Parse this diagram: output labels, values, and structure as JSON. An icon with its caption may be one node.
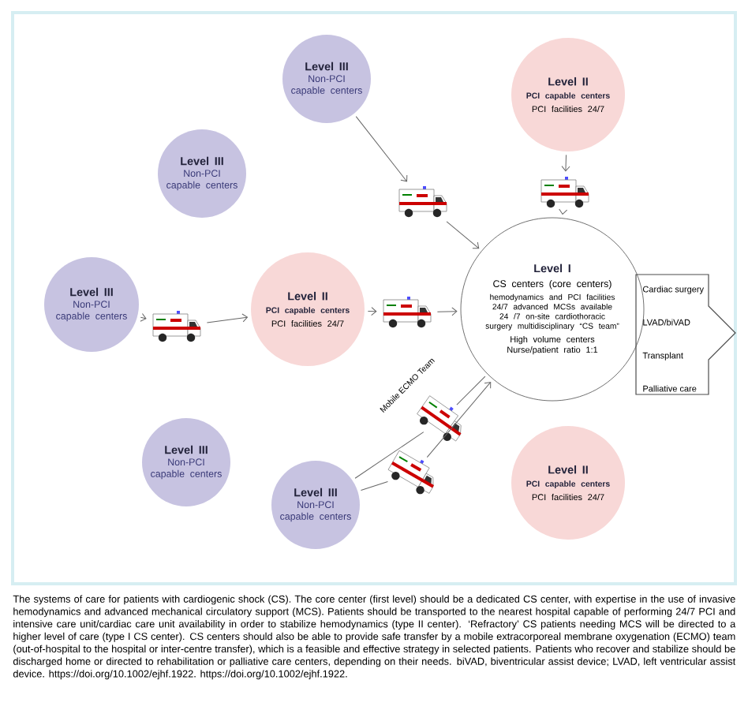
{
  "diagram": {
    "caption": "The systems of care for patients with cardiogenic shock (CS). The core center (first level) should be a dedicated CS center, with expertise in the use of invasive hemodynamics and advanced mechanical circulatory support (MCS). Patients should be transported to the nearest hospital capable of performing 24/7 PCI and intensive care unit/cardiac care unit availability in order to stabilize hemodynamics (type II center). ‘Refractory’ CS patients needing MCS will be directed to a higher level of care (type I CS center). CS centers should also be able to provide safe transfer by a mobile extracorporeal membrane oxygenation (ECMO) team (out-of-hospital to the hospital or inter-centre transfer), which is a feasible and effective strategy in selected patients. Patients who recover and stabilize should be discharged home or directed to rehabilitation or palliative care centers, depending on their needs. biVAD, biventricular assist device; LVAD, left ventricular assist device.  https://doi.org/10.1002/ejhf.1922. https://doi.org/10.1002/ejhf.1922.",
    "nodes": [
      {
        "text": [
          "Level III",
          "Non-PCI capable centers"
        ]
      },
      {
        "text": [
          "Level II",
          "PCI capable centers",
          "PCI facilities 24/7"
        ]
      },
      {
        "text": [
          "Level III",
          "Non-PCI capable centers"
        ]
      },
      {
        "text": [],
        "shape": "picture"
      },
      {
        "text": [],
        "shape": "picture"
      },
      {
        "text": [
          "Level III",
          "Non-PCI capable centers"
        ]
      },
      {
        "text": [],
        "shape": "picture"
      },
      {
        "text": [
          "Level II",
          "PCI capable centers",
          "PCI facilities 24/7"
        ]
      },
      {
        "text": [],
        "shape": "picture"
      },
      {
        "text": [
          "Level I",
          "CS centers (core centers)",
          "hemodynamics and PCI facilities 24/7 advanced MCSs available 24 /7 on-site cardiothoracic surgery multidisciplinary “CS team”",
          "High volume centers Nurse/patient ratio 1:1"
        ]
      },
      {
        "text": [
          "Cardiac surgery",
          "LVAD/biVAD",
          "Transplant",
          "Palliative care"
        ]
      },
      {
        "text": [
          "Level III",
          "Non-PCI capable centers"
        ]
      },
      {
        "text": [],
        "shape": "picture",
        "beside": [
          "Mobile ECMO Team"
        ]
      },
      {
        "text": [
          "Level III",
          "Non-PCI capable centers"
        ]
      },
      {
        "text": [],
        "shape": "picture"
      },
      {
        "text": [
          "Level II",
          "PCI capable centers",
          "PCI facilities 24/7"
        ]
      }
    ],
    "edges": [
      {
        "from": 0,
        "to": 3,
        "arrow": "to"
      },
      {
        "from": 3,
        "to": 9,
        "arrow": "to"
      },
      {
        "from": 1,
        "to": 4,
        "arrow": "to"
      },
      {
        "from": 4,
        "to": 9,
        "arrow": "to"
      },
      {
        "from": 5,
        "to": 6,
        "arrow": "to"
      },
      {
        "from": 6,
        "to": 7,
        "arrow": "to"
      },
      {
        "from": 7,
        "to": 8,
        "arrow": "to"
      },
      {
        "from": 8,
        "to": 9,
        "arrow": "to"
      },
      {
        "from": 9,
        "to": 12,
        "arrow": "none"
      },
      {
        "from": 12,
        "to": 13,
        "arrow": "none"
      },
      {
        "from": 13,
        "to": 14,
        "arrow": "none"
      },
      {
        "from": 14,
        "to": 9,
        "arrow": "to"
      }
    ]
  }
}
